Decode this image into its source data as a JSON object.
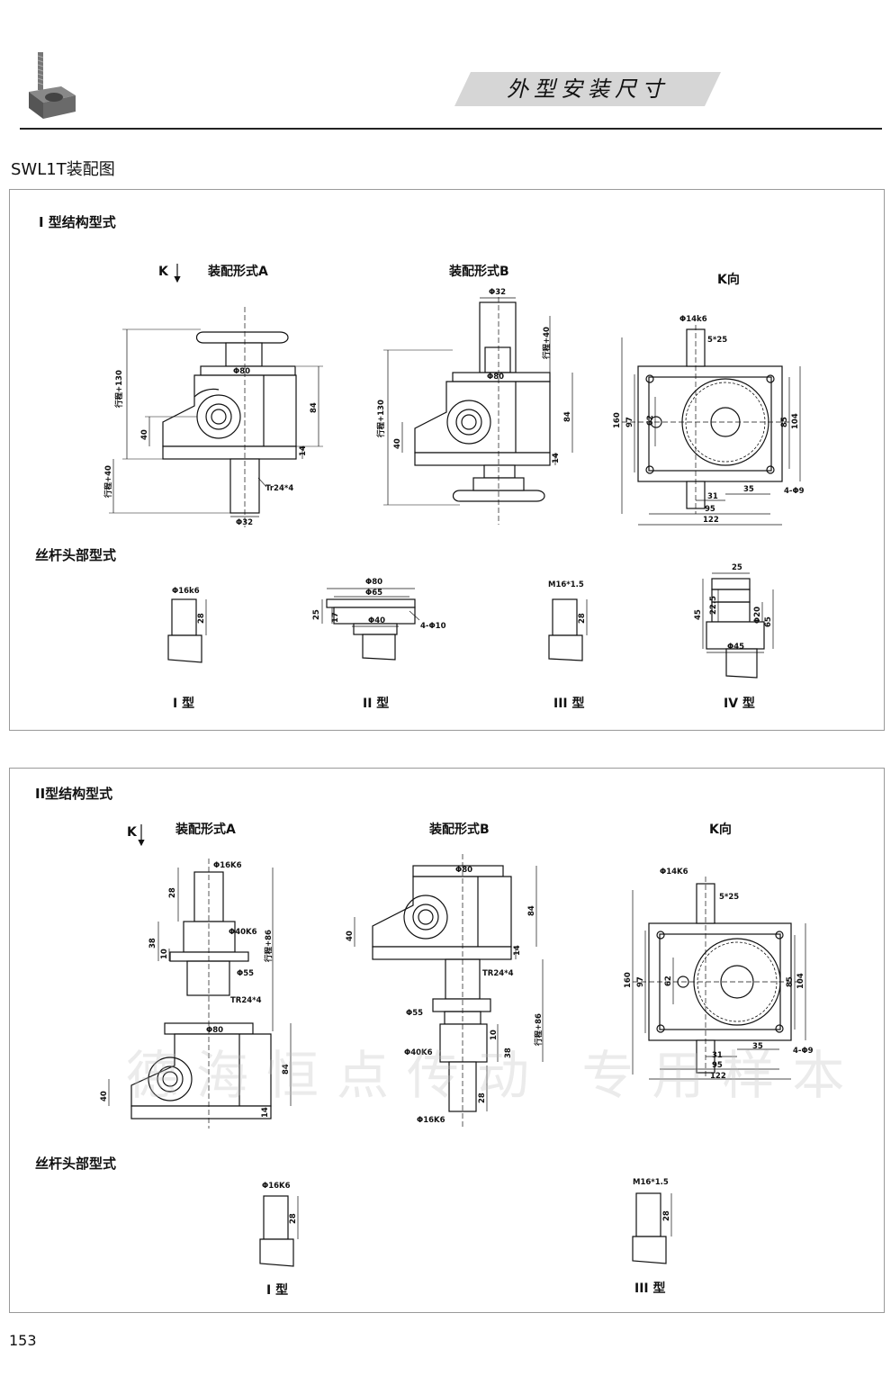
{
  "header": {
    "title": "外型安装尺寸"
  },
  "doc_title": "SWL1T装配图",
  "page_number": "153",
  "watermark": "德海恒点传动  专用样本",
  "panel1": {
    "section_title": "I 型结构型式",
    "k_arrow": "K",
    "view_a": {
      "title": "装配形式A",
      "phi80": "Φ80",
      "stroke130": "行程+130",
      "h84": "84",
      "h40": "40",
      "h14": "14",
      "stroke40": "行程+40",
      "tr": "Tr24*4",
      "phi32": "Φ32"
    },
    "view_b": {
      "title": "装配形式B",
      "phi32": "Φ32",
      "stroke40": "行程+40",
      "phi80": "Φ80",
      "stroke130": "行程+130",
      "h84": "84",
      "h40": "40",
      "h14": "14"
    },
    "view_k": {
      "title": "K向",
      "phi14": "Φ14k6",
      "key": "5*25",
      "h160": "160",
      "h97": "97",
      "h62": "62",
      "h85": "85",
      "h104": "104",
      "w31": "31",
      "w35": "35",
      "w95": "95",
      "w122": "122",
      "holes": "4-Φ9"
    },
    "ends_title": "丝杆头部型式",
    "ends": [
      {
        "name": "I 型",
        "dims": [
          "Φ16k6",
          "28"
        ]
      },
      {
        "name": "II 型",
        "dims": [
          "Φ80",
          "Φ65",
          "25",
          "17",
          "Φ40",
          "4-Φ10"
        ]
      },
      {
        "name": "III 型",
        "dims": [
          "M16*1.5",
          "28"
        ]
      },
      {
        "name": "IV 型",
        "dims": [
          "25",
          "22.5",
          "45",
          "Φ20",
          "65",
          "Φ45"
        ]
      }
    ]
  },
  "panel2": {
    "section_title": "II型结构型式",
    "k_arrow": "K",
    "view_a": {
      "title": "装配形式A",
      "phi16": "Φ16K6",
      "h28": "28",
      "phi40": "Φ40K6",
      "h38": "38",
      "stroke86": "行程+86",
      "h10": "10",
      "phi55": "Φ55",
      "tr": "TR24*4",
      "phi80": "Φ80",
      "h84": "84",
      "h40": "40",
      "h14": "14"
    },
    "view_b": {
      "title": "装配形式B",
      "phi80": "Φ80",
      "h84": "84",
      "h40": "40",
      "h14": "14",
      "tr": "TR24*4",
      "phi55": "Φ55",
      "h10": "10",
      "stroke86": "行程+86",
      "phi40": "Φ40K6",
      "h38": "38",
      "h28": "28",
      "phi16": "Φ16K6"
    },
    "view_k": {
      "title": "K向",
      "phi14": "Φ14K6",
      "key": "5*25",
      "h160": "160",
      "h97": "97",
      "h62": "62",
      "h85": "85",
      "h104": "104",
      "w31": "31",
      "w35": "35",
      "w95": "95",
      "w122": "122",
      "holes": "4-Φ9"
    },
    "ends_title": "丝杆头部型式",
    "ends": [
      {
        "name": "I 型",
        "dims": [
          "Φ16K6",
          "28"
        ]
      },
      {
        "name": "III 型",
        "dims": [
          "M16*1.5",
          "28"
        ]
      }
    ]
  }
}
